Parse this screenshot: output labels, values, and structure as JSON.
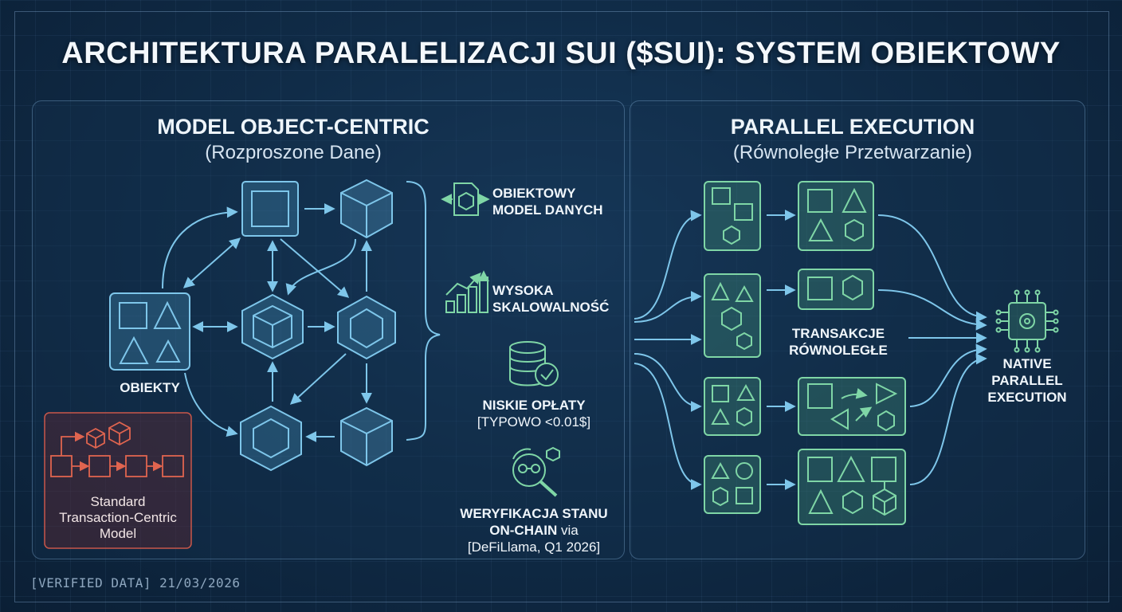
{
  "title": "ARCHITEKTURA PARALELIZACJI SUI ($SUI): SYSTEM OBIEKTOWY",
  "left_panel": {
    "title": "MODEL OBJECT-CENTRIC",
    "subtitle": "(Rozproszone Dane)",
    "objects_label": "OBIEKTY",
    "legend": {
      "line1": "Standard",
      "line2": "Transaction-Centric",
      "line3": "Model"
    }
  },
  "features": {
    "f1_line1": "OBIEKTOWY",
    "f1_line2": "MODEL DANYCH",
    "f2_line1": "WYSOKA",
    "f2_line2": "SKALOWALNOŚĆ",
    "f3_line1": "NISKIE OPŁATY",
    "f3_line2": "[TYPOWO <0.01$]",
    "f4_line1": "WERYFIKACJA STANU",
    "f4_line2a": "ON-CHAIN",
    "f4_line2b": " via",
    "f4_line3": "[DeFiLlama, Q1 2026]"
  },
  "right_panel": {
    "title": "PARALLEL EXECUTION",
    "subtitle": "(Równoległe Przetwarzanie)",
    "tx_line1": "TRANSAKCJE",
    "tx_line2": "RÓWNOLEGŁE",
    "native_line1": "NATIVE",
    "native_line2": "PARALLEL",
    "native_line3": "EXECUTION"
  },
  "stamp": "[VERIFIED DATA] 21/03/2026",
  "colors": {
    "blue": "#7ec6ea",
    "green": "#7fd6a6",
    "red": "#e0644f"
  }
}
